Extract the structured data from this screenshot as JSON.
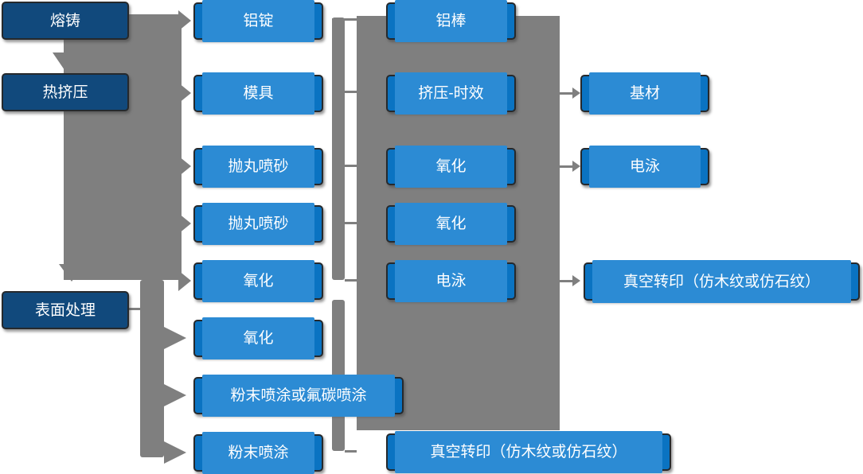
{
  "colors": {
    "stage_node_fill": "#11497C",
    "process_node_fill": "#0A73C2",
    "node_highlight_edge": "#2C8BD4",
    "connector_gray": "#7F7F7F",
    "node_border": "#26292C",
    "text": "#FFFFFF",
    "background": "#FFFFFF"
  },
  "flowchart": {
    "columns": {
      "stage": [
        "熔铸",
        "热挤压",
        "表面处理"
      ],
      "process_a": [
        "铝锭",
        "模具",
        "抛丸喷砂",
        "抛丸喷砂",
        "氧化",
        "氧化",
        "粉末喷涂或氟碳喷涂",
        "粉末喷涂"
      ],
      "process_b": [
        "铝棒",
        "挤压-时效",
        "氧化",
        "氧化",
        "电泳",
        "真空转印（仿木纹或仿石纹）"
      ],
      "output": [
        "基材",
        "电泳",
        "真空转印（仿木纹或仿石纹）"
      ]
    }
  }
}
